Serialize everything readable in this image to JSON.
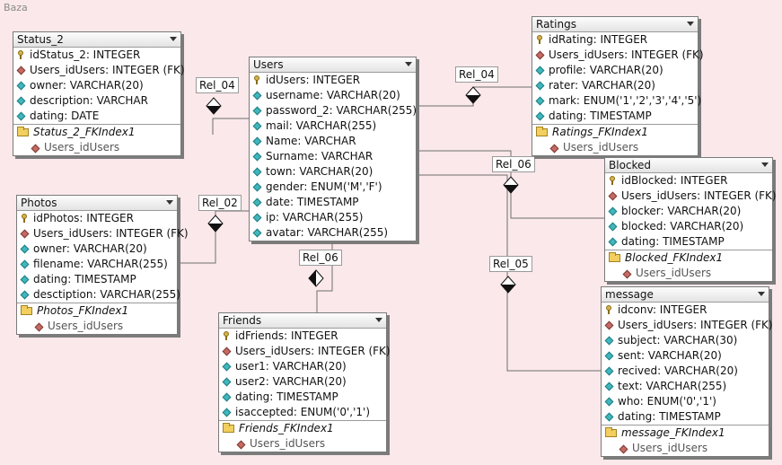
{
  "canvas": {
    "title": "Baza"
  },
  "tables": {
    "status2": {
      "name": "Status_2",
      "columns": [
        {
          "text": "idStatus_2: INTEGER",
          "kind": "pk"
        },
        {
          "text": "Users_idUsers: INTEGER (FK)",
          "kind": "fk"
        },
        {
          "text": "owner: VARCHAR(20)",
          "kind": "col"
        },
        {
          "text": "description: VARCHAR",
          "kind": "col"
        },
        {
          "text": "dating: DATE",
          "kind": "col"
        }
      ],
      "index": {
        "name": "Status_2_FKIndex1",
        "columns": [
          "Users_idUsers"
        ]
      }
    },
    "users": {
      "name": "Users",
      "columns": [
        {
          "text": "idUsers: INTEGER",
          "kind": "pk"
        },
        {
          "text": "username: VARCHAR(20)",
          "kind": "col"
        },
        {
          "text": "password_2: VARCHAR(255)",
          "kind": "col"
        },
        {
          "text": "mail: VARCHAR(255)",
          "kind": "col"
        },
        {
          "text": "Name: VARCHAR",
          "kind": "col"
        },
        {
          "text": "Surname: VARCHAR",
          "kind": "col"
        },
        {
          "text": "town: VARCHAR(20)",
          "kind": "col"
        },
        {
          "text": "gender: ENUM('M','F')",
          "kind": "col"
        },
        {
          "text": "date: TIMESTAMP",
          "kind": "col"
        },
        {
          "text": "ip: VARCHAR(255)",
          "kind": "col"
        },
        {
          "text": "avatar: VARCHAR(255)",
          "kind": "col"
        }
      ]
    },
    "ratings": {
      "name": "Ratings",
      "columns": [
        {
          "text": "idRating: INTEGER",
          "kind": "pk"
        },
        {
          "text": "Users_idUsers: INTEGER (FK)",
          "kind": "fk"
        },
        {
          "text": "profile: VARCHAR(20)",
          "kind": "col"
        },
        {
          "text": "rater: VARCHAR(20)",
          "kind": "col"
        },
        {
          "text": "mark: ENUM('1','2','3','4','5')",
          "kind": "col"
        },
        {
          "text": "dating: TIMESTAMP",
          "kind": "col"
        }
      ],
      "index": {
        "name": "Ratings_FKIndex1",
        "columns": [
          "Users_idUsers"
        ]
      }
    },
    "blocked": {
      "name": "Blocked",
      "columns": [
        {
          "text": "idBlocked: INTEGER",
          "kind": "pk"
        },
        {
          "text": "Users_idUsers: INTEGER (FK)",
          "kind": "fk"
        },
        {
          "text": "blocker: VARCHAR(20)",
          "kind": "col"
        },
        {
          "text": "blocked: VARCHAR(20)",
          "kind": "col"
        },
        {
          "text": "dating: TIMESTAMP",
          "kind": "col"
        }
      ],
      "index": {
        "name": "Blocked_FKIndex1",
        "columns": [
          "Users_idUsers"
        ]
      }
    },
    "photos": {
      "name": "Photos",
      "columns": [
        {
          "text": "idPhotos: INTEGER",
          "kind": "pk"
        },
        {
          "text": "Users_idUsers: INTEGER (FK)",
          "kind": "fk"
        },
        {
          "text": "owner: VARCHAR(20)",
          "kind": "col"
        },
        {
          "text": "filename: VARCHAR(255)",
          "kind": "col"
        },
        {
          "text": "dating: TIMESTAMP",
          "kind": "col"
        },
        {
          "text": "desctiption: VARCHAR(255)",
          "kind": "col"
        }
      ],
      "index": {
        "name": "Photos_FKIndex1",
        "columns": [
          "Users_idUsers"
        ]
      }
    },
    "friends": {
      "name": "Friends",
      "columns": [
        {
          "text": "idFriends: INTEGER",
          "kind": "pk"
        },
        {
          "text": "Users_idUsers: INTEGER (FK)",
          "kind": "fk"
        },
        {
          "text": "user1: VARCHAR(20)",
          "kind": "col"
        },
        {
          "text": "user2: VARCHAR(20)",
          "kind": "col"
        },
        {
          "text": "dating: TIMESTAMP",
          "kind": "col"
        },
        {
          "text": "isaccepted: ENUM('0','1')",
          "kind": "col"
        }
      ],
      "index": {
        "name": "Friends_FKIndex1",
        "columns": [
          "Users_idUsers"
        ]
      }
    },
    "message": {
      "name": "message",
      "columns": [
        {
          "text": "idconv: INTEGER",
          "kind": "pk"
        },
        {
          "text": "Users_idUsers: INTEGER (FK)",
          "kind": "fk"
        },
        {
          "text": "subject: VARCHAR(30)",
          "kind": "col"
        },
        {
          "text": "sent: VARCHAR(20)",
          "kind": "col"
        },
        {
          "text": "recived: VARCHAR(20)",
          "kind": "col"
        },
        {
          "text": "text: VARCHAR(255)",
          "kind": "col"
        },
        {
          "text": "who: ENUM('0','1')",
          "kind": "col"
        },
        {
          "text": "dating: TIMESTAMP",
          "kind": "col"
        }
      ],
      "index": {
        "name": "message_FKIndex1",
        "columns": [
          "Users_idUsers"
        ]
      }
    }
  },
  "relations": {
    "status": "Rel_04",
    "ratings": "Rel_04",
    "photos": "Rel_02",
    "friends": "Rel_06",
    "blocked": "Rel_06",
    "message": "Rel_05"
  },
  "colors": {
    "background": "#fae8ea",
    "pk_icon": "#d4b24c",
    "fk_icon": "#c76a64",
    "column_icon": "#3fb7bd",
    "index_folder": "#f2cf5e"
  }
}
